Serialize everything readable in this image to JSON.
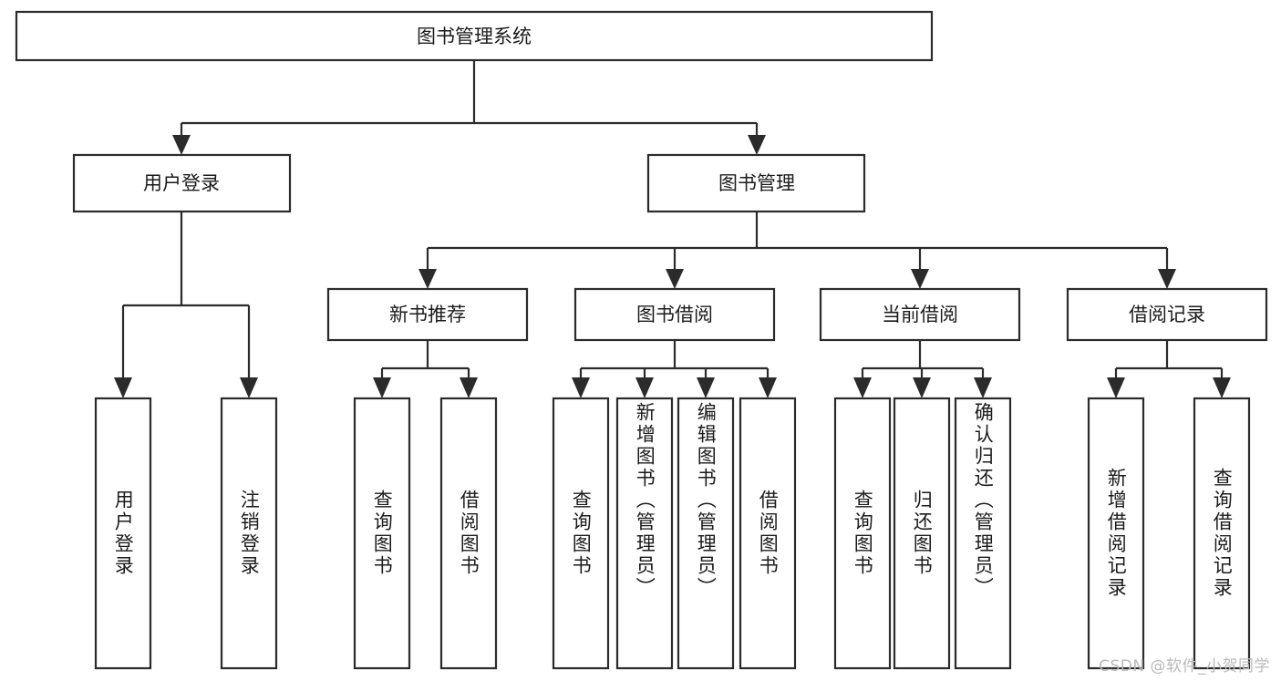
{
  "diagram": {
    "type": "tree-hierarchy",
    "title": "图书管理系统",
    "watermark": "CSDN @软件_小贺同学",
    "colors": {
      "stroke": "#2b2b2b",
      "fill": "#ffffff",
      "text": "#1b1b1b",
      "watermark": "#b9b9b9"
    },
    "levels": {
      "root": {
        "label": "图书管理系统"
      },
      "level2": [
        {
          "label": "用户登录"
        },
        {
          "label": "图书管理"
        }
      ],
      "level3": [
        {
          "label": "新书推荐"
        },
        {
          "label": "图书借阅"
        },
        {
          "label": "当前借阅"
        },
        {
          "label": "借阅记录"
        }
      ],
      "leaves": [
        {
          "label": "用户登录",
          "parent": "用户登录"
        },
        {
          "label": "注销登录",
          "parent": "用户登录"
        },
        {
          "label": "查询图书",
          "parent": "新书推荐"
        },
        {
          "label": "借阅图书",
          "parent": "新书推荐"
        },
        {
          "label": "查询图书",
          "parent": "图书借阅"
        },
        {
          "label": "新增图书（管理员）",
          "parent": "图书借阅"
        },
        {
          "label": "编辑图书（管理员）",
          "parent": "图书借阅"
        },
        {
          "label": "借阅图书",
          "parent": "图书借阅"
        },
        {
          "label": "查询图书",
          "parent": "当前借阅"
        },
        {
          "label": "归还图书",
          "parent": "当前借阅"
        },
        {
          "label": "确认归还（管理员）",
          "parent": "当前借阅"
        },
        {
          "label": "新增借阅记录",
          "parent": "借阅记录"
        },
        {
          "label": "查询借阅记录",
          "parent": "借阅记录"
        }
      ]
    }
  }
}
